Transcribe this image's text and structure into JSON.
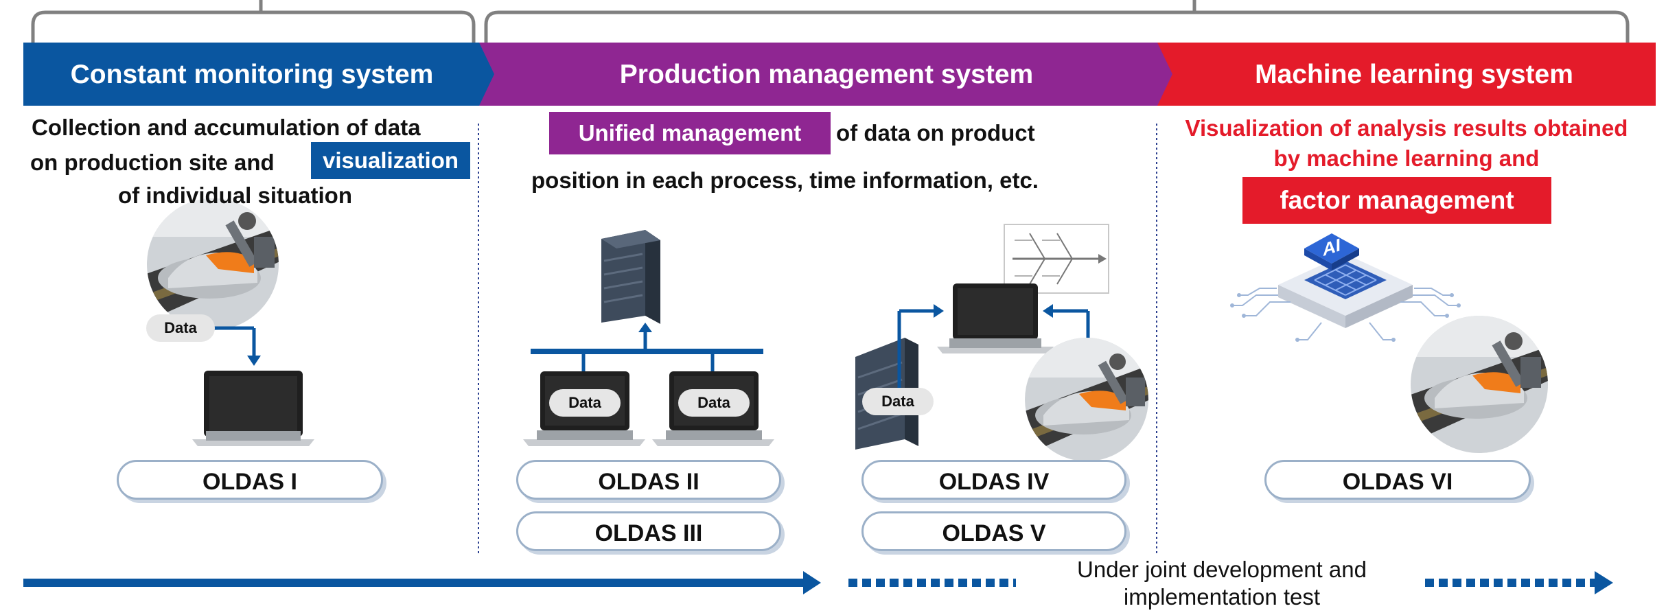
{
  "colors": {
    "monitoring": "#0a56a0",
    "production": "#8f2692",
    "ml": "#e41b2a",
    "bracket": "#808080",
    "timeline": "#0a56a0"
  },
  "headers": {
    "monitoring": "Constant monitoring system",
    "production": "Production management system",
    "ml": "Machine learning system"
  },
  "monitoring": {
    "desc_line1": "Collection and accumulation of data",
    "desc_line2_pre": "on production site and",
    "highlight": "visualization",
    "desc_line3": "of individual situation",
    "data_label": "Data",
    "product": "OLDAS I"
  },
  "production": {
    "highlight": "Unified management",
    "desc_line1_post": "of data on product",
    "desc_line2": "position in each process, time information, etc.",
    "data_label_1": "Data",
    "data_label_2": "Data",
    "data_label_3": "Data",
    "products": [
      "OLDAS II",
      "OLDAS III",
      "OLDAS IV",
      "OLDAS V"
    ]
  },
  "ml": {
    "desc_line1": "Visualization of analysis results obtained",
    "desc_line2": "by machine learning and",
    "highlight": "factor management",
    "ai_label": "AI",
    "product": "OLDAS VI"
  },
  "timeline": {
    "note": "Under joint development and implementation test"
  }
}
